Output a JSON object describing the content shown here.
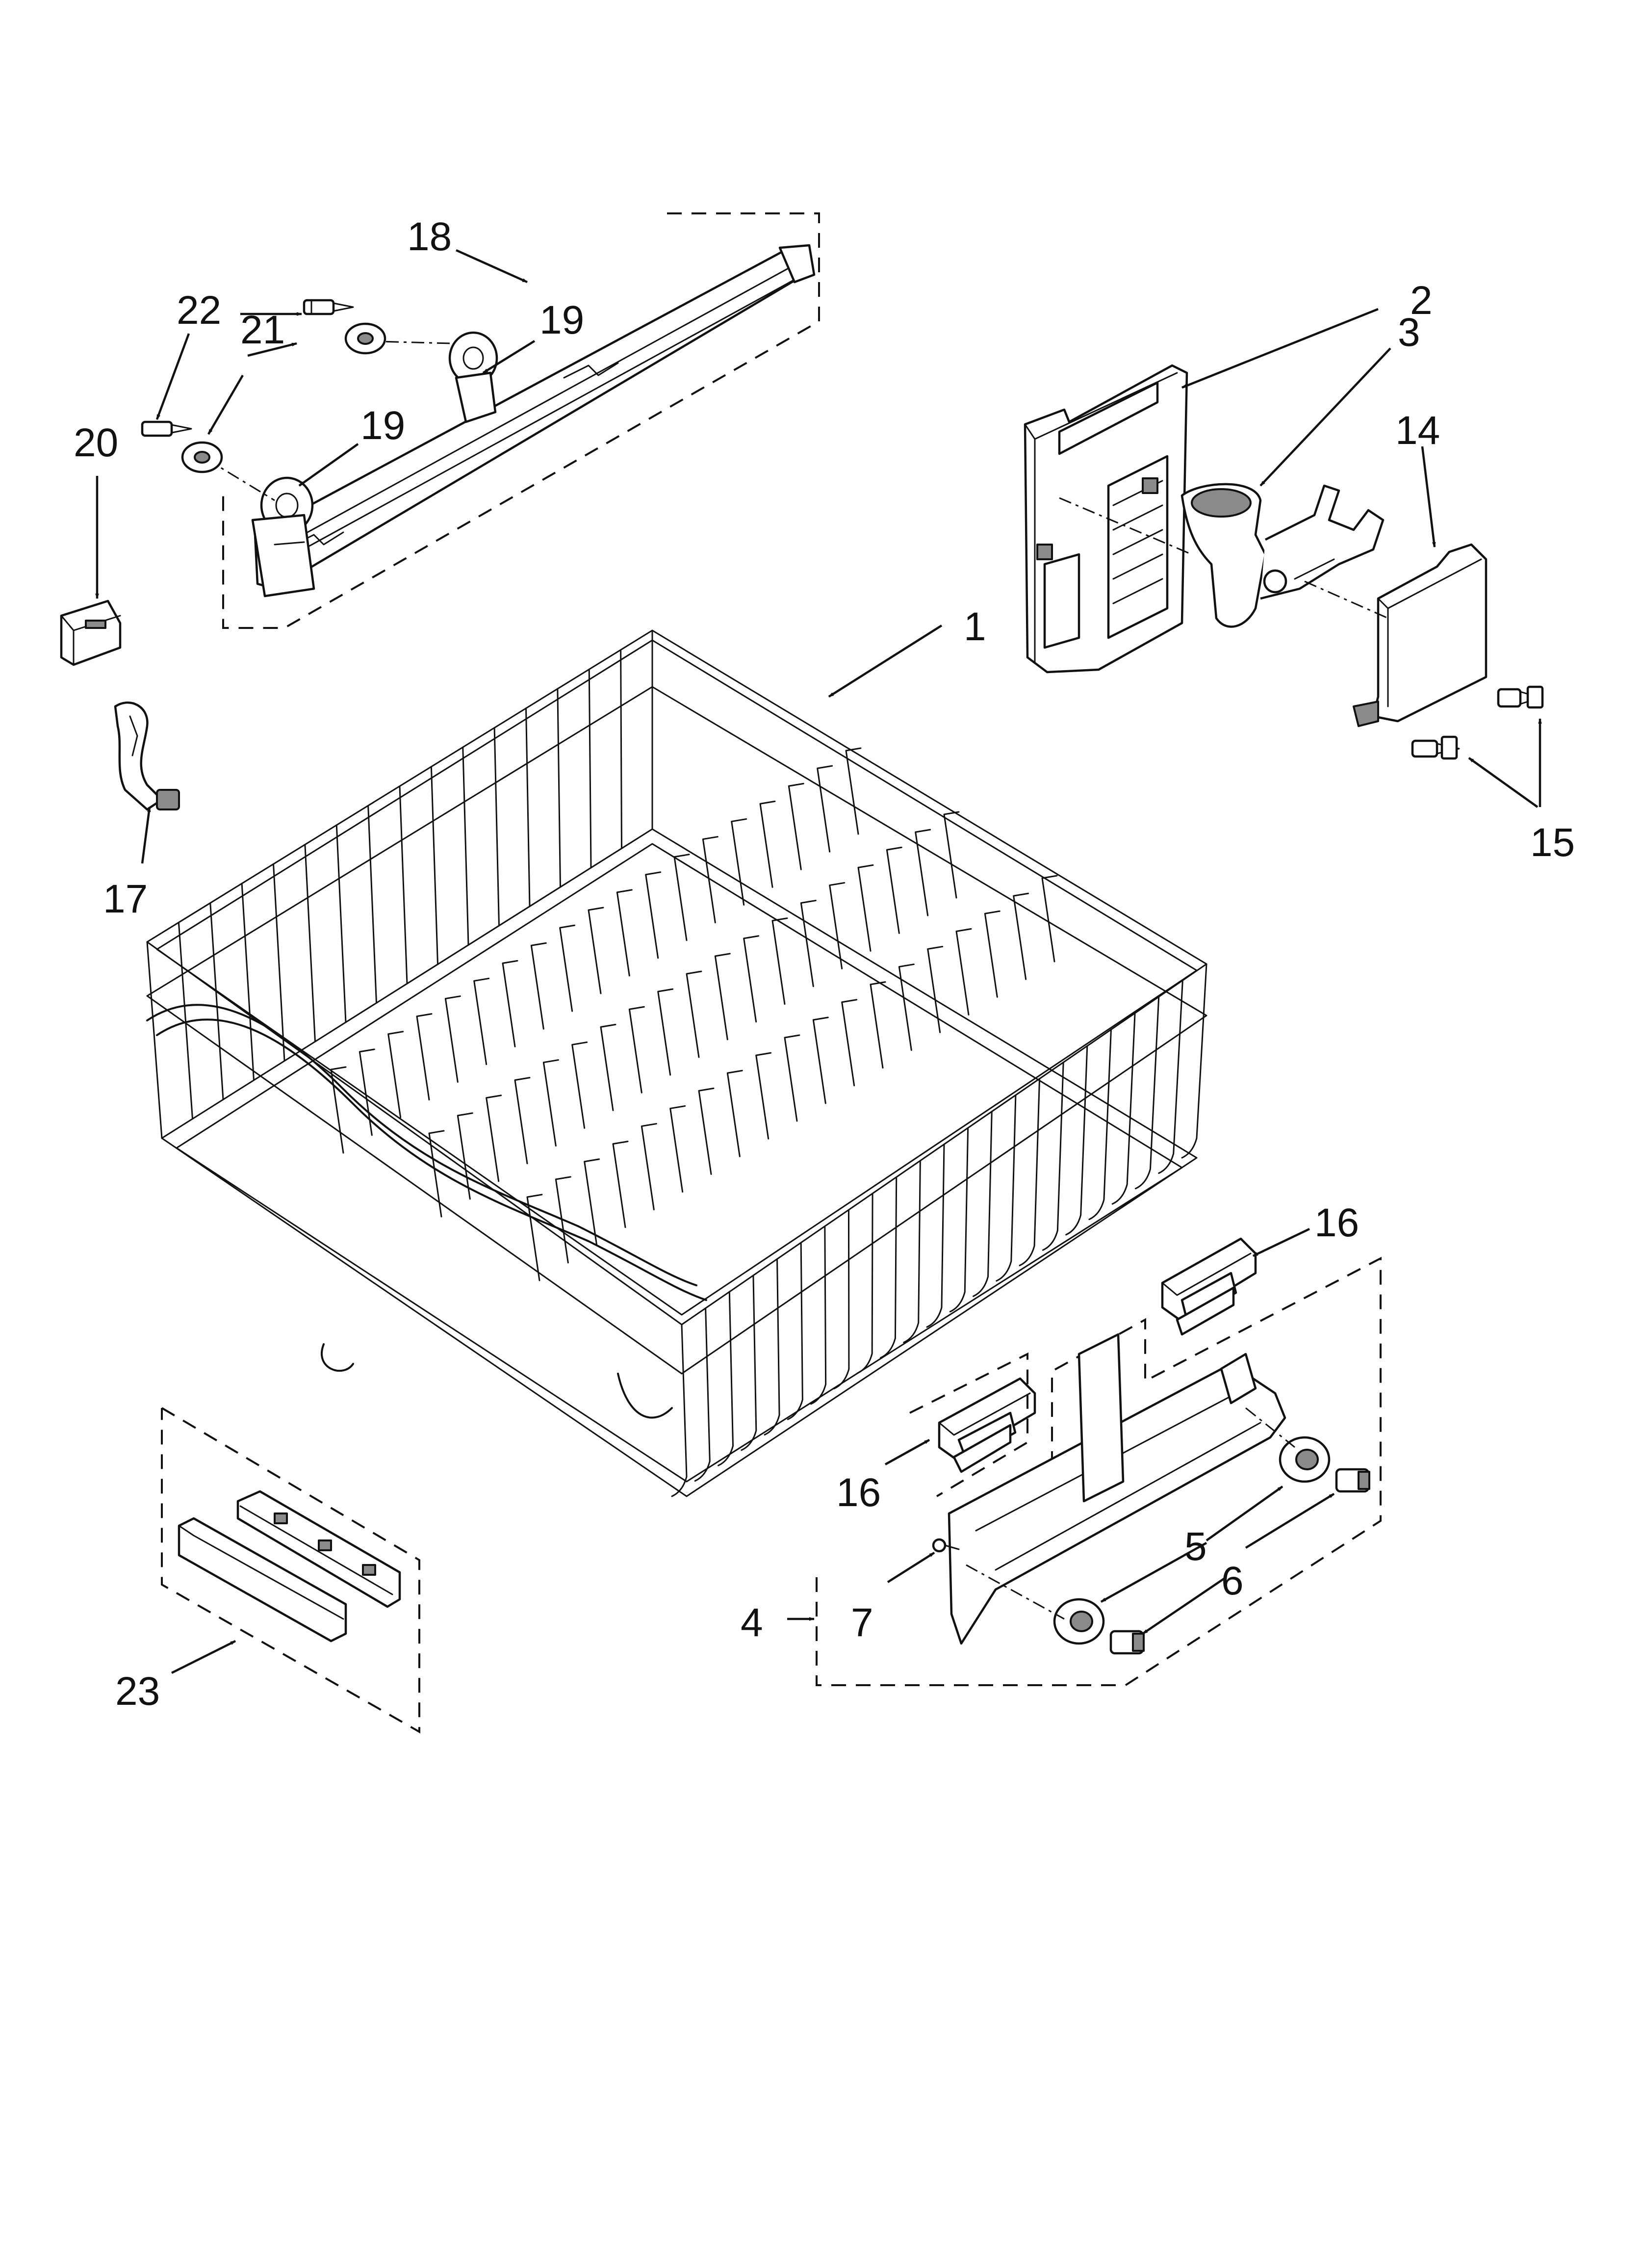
{
  "callouts": {
    "c1": "1",
    "c2": "2",
    "c3": "3",
    "c4": "4",
    "c5": "5",
    "c6": "6",
    "c7": "7",
    "c14": "14",
    "c15": "15",
    "c16a": "16",
    "c16b": "16",
    "c17": "17",
    "c18": "18",
    "c19a": "19",
    "c19b": "19",
    "c20": "20",
    "c21": "21",
    "c22": "22",
    "c23": "23"
  }
}
